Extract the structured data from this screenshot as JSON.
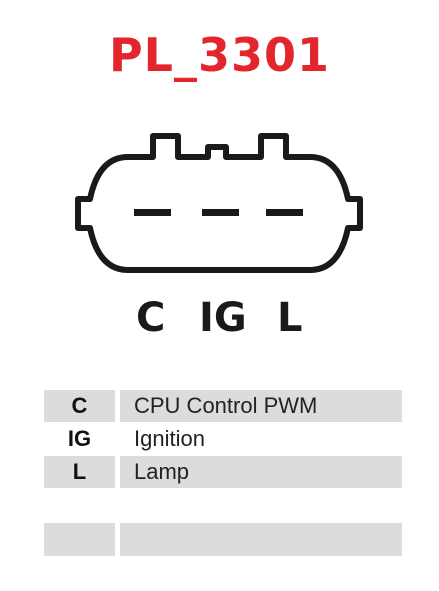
{
  "part_number": "PL_3301",
  "colors": {
    "title": "#e3262d",
    "outline": "#1a1a1a",
    "row_shade": "#dcdcdc"
  },
  "connector": {
    "pin_labels": [
      "C",
      "IG",
      "L"
    ]
  },
  "pin_table": [
    {
      "code": "C",
      "description": "CPU Control PWM"
    },
    {
      "code": "IG",
      "description": "Ignition"
    },
    {
      "code": "L",
      "description": "Lamp"
    }
  ]
}
